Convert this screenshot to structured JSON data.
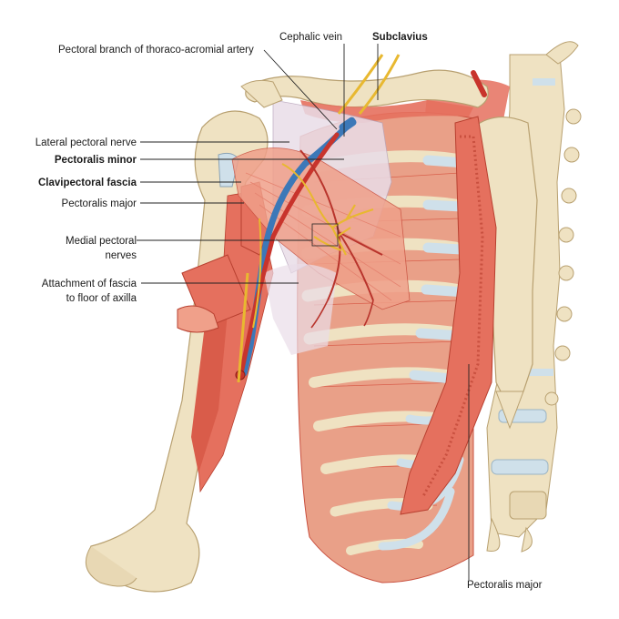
{
  "labels": {
    "pectoral_branch": "Pectoral branch of thoraco-acromial artery",
    "cephalic_vein": "Cephalic vein",
    "subclavius": "Subclavius",
    "lateral_pectoral_nerve": "Lateral pectoral nerve",
    "pectoralis_minor": "Pectoralis minor",
    "clavipectoral_fascia": "Clavipectoral fascia",
    "pectoralis_major_left": "Pectoralis major",
    "medial_pectoral_line1": "Medial pectoral",
    "medial_pectoral_line2": "nerves",
    "attachment_line1": "Attachment of fascia",
    "attachment_line2": "to floor of axilla",
    "pectoralis_major_bottom": "Pectoralis major"
  },
  "colors": {
    "bone": "#efe2c2",
    "bone_shade": "#d8c498",
    "muscle": "#e5705e",
    "muscle_light": "#f0a08a",
    "muscle_dark": "#c9503f",
    "fascia": "#e9dde8",
    "cartilage": "#cfe0ea",
    "vein": "#3c78b8",
    "artery": "#c8342c",
    "nerve": "#e8b830"
  }
}
